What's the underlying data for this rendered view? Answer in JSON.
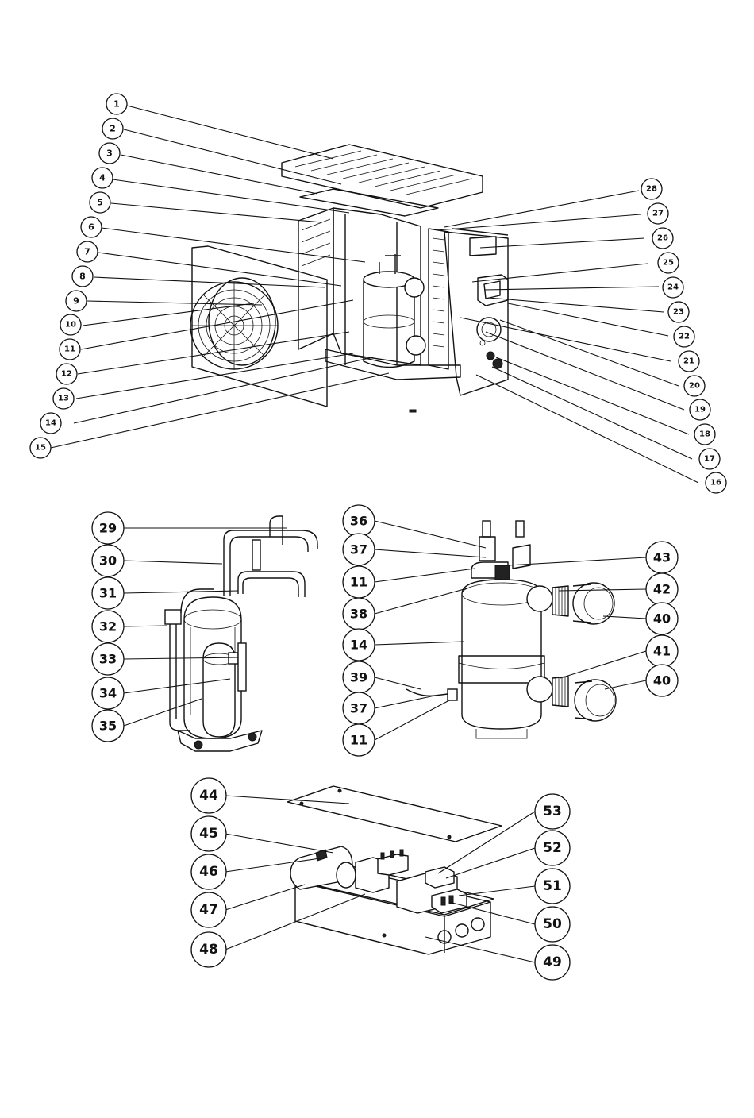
{
  "figures": [
    {
      "name": "unit",
      "callouts": [
        "1",
        "2",
        "3",
        "4",
        "5",
        "6",
        "7",
        "8",
        "9",
        "10",
        "11",
        "12",
        "13",
        "14",
        "15",
        "16",
        "17",
        "18",
        "19",
        "20",
        "21",
        "22",
        "23",
        "24",
        "25",
        "26",
        "27",
        "28"
      ]
    },
    {
      "name": "compressor",
      "callouts": [
        "29",
        "30",
        "31",
        "32",
        "33",
        "34",
        "35"
      ]
    },
    {
      "name": "heat-exchanger",
      "callouts": [
        "36",
        "37",
        "11",
        "38",
        "14",
        "39",
        "37",
        "11",
        "43",
        "42",
        "40",
        "41",
        "40"
      ]
    },
    {
      "name": "electrical-box",
      "callouts": [
        "44",
        "45",
        "46",
        "47",
        "48",
        "53",
        "52",
        "51",
        "50",
        "49"
      ]
    }
  ]
}
